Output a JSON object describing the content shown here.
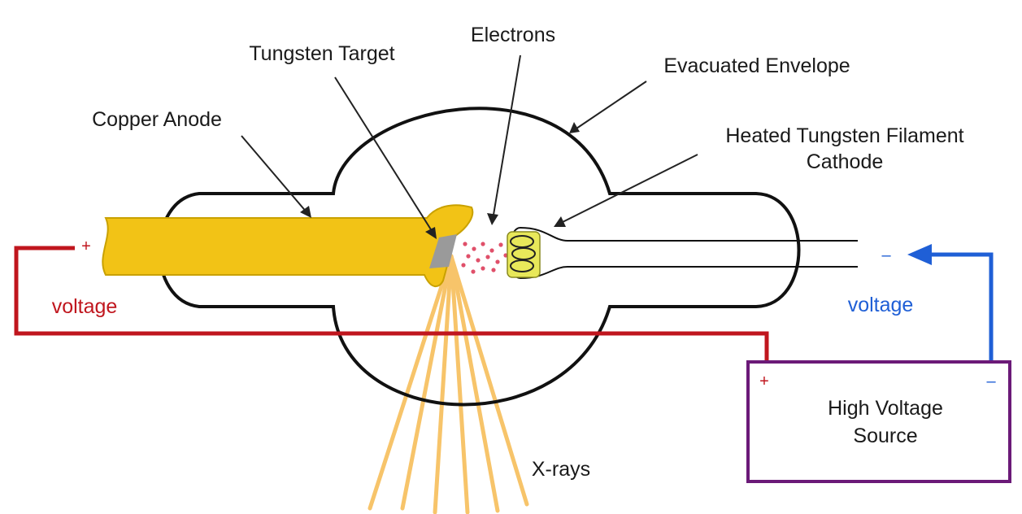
{
  "labels": {
    "tungsten_target": "Tungsten Target",
    "electrons": "Electrons",
    "evacuated_envelope": "Evacuated Envelope",
    "copper_anode": "Copper Anode",
    "filament_line1": "Heated Tungsten Filament",
    "filament_line2": "Cathode",
    "voltage_left": "voltage",
    "voltage_right": "voltage",
    "plus_left": "+",
    "minus_right": "–",
    "source_plus": "+",
    "source_minus": "–",
    "source_line1": "High Voltage",
    "source_line2": "Source",
    "xrays": "X-rays"
  },
  "colors": {
    "anode": "#f2c316",
    "anode_outline": "#c9a100",
    "target": "#9a9a9a",
    "electrons": "#e0506a",
    "filament_fill": "#e8e85a",
    "xrays": "#f7c46a",
    "positive_wire": "#c0161e",
    "negative_wire": "#1f5fd6",
    "source_box": "#6b1a78",
    "envelope": "#111111"
  }
}
